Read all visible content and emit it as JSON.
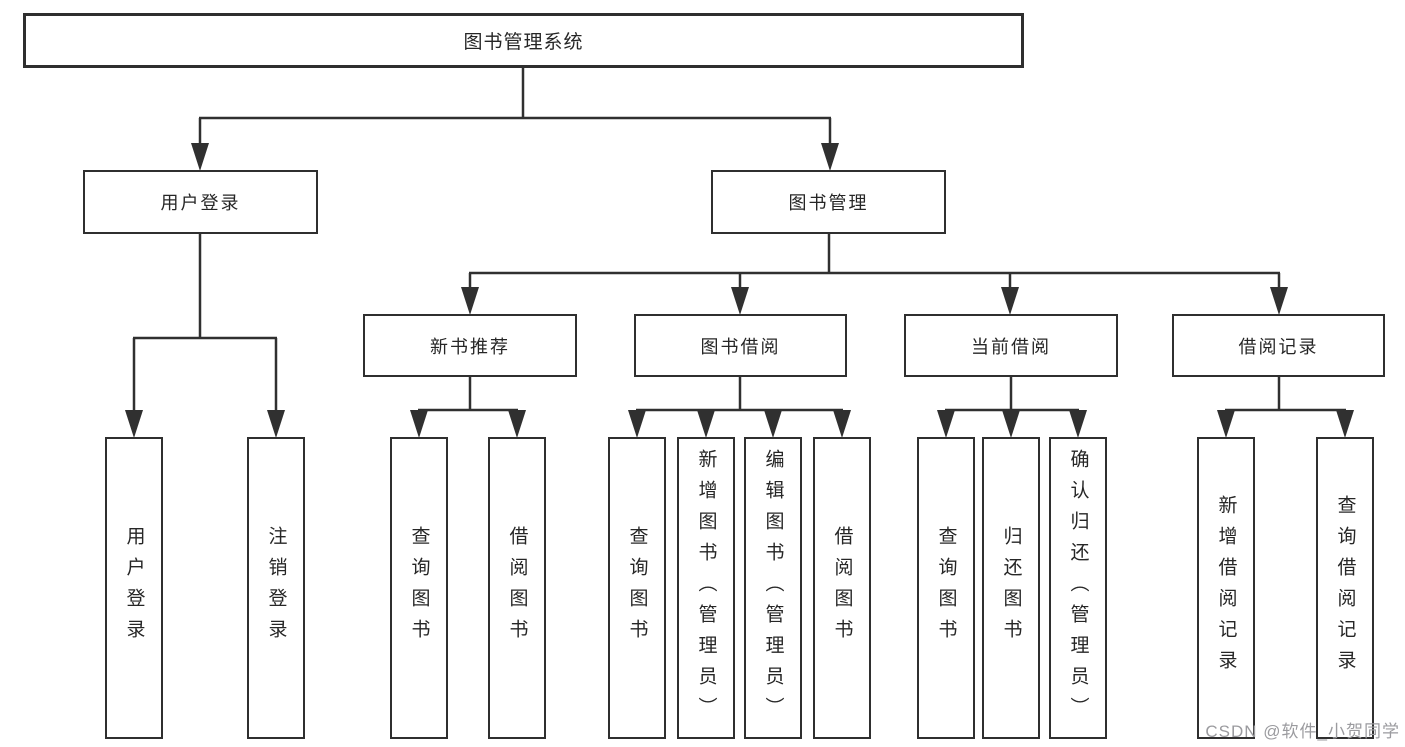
{
  "tree": {
    "label": "图书管理系统",
    "children": [
      {
        "label": "用户登录",
        "children": [
          {
            "label": "用户登录"
          },
          {
            "label": "注销登录"
          }
        ]
      },
      {
        "label": "图书管理",
        "children": [
          {
            "label": "新书推荐",
            "children": [
              {
                "label": "查询图书"
              },
              {
                "label": "借阅图书"
              }
            ]
          },
          {
            "label": "图书借阅",
            "children": [
              {
                "label": "查询图书"
              },
              {
                "label": "新增图书（管理员）"
              },
              {
                "label": "编辑图书（管理员）"
              },
              {
                "label": "借阅图书"
              }
            ]
          },
          {
            "label": "当前借阅",
            "children": [
              {
                "label": "查询图书"
              },
              {
                "label": "归还图书"
              },
              {
                "label": "确认归还（管理员）"
              }
            ]
          },
          {
            "label": "借阅记录",
            "children": [
              {
                "label": "新增借阅记录"
              },
              {
                "label": "查询借阅记录"
              }
            ]
          }
        ]
      }
    ]
  },
  "watermark": {
    "text": "CSDN @软件_小贺同学"
  },
  "colors": {
    "line": "#303030",
    "box_border": "#2f2f2f",
    "box_fill": "#ffffff",
    "text": "#262626",
    "watermark": "#9b9b9f",
    "background": "#ffffff"
  }
}
